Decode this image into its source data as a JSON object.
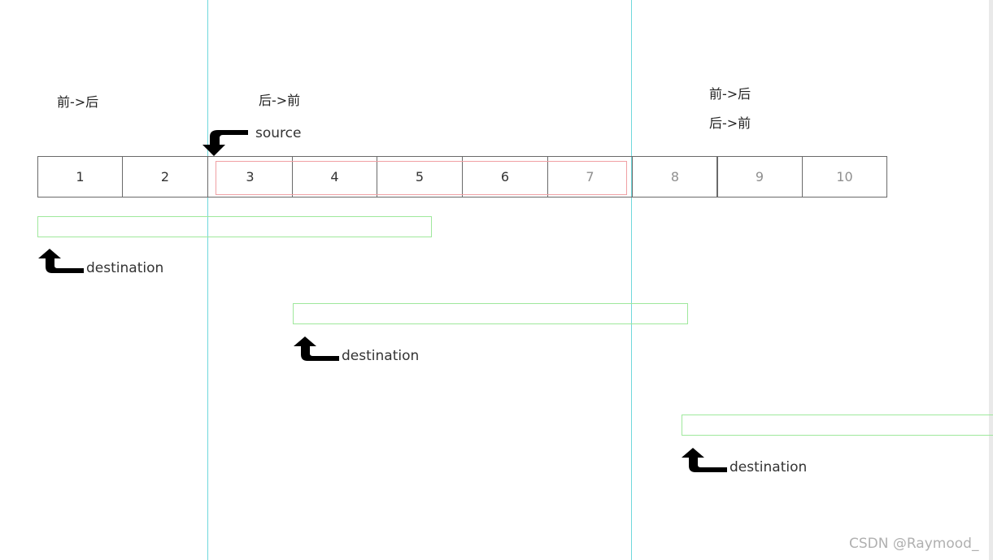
{
  "labels": {
    "dir1": "前->后",
    "dir2": "后->前",
    "dir3a": "前->后",
    "dir3b": "后->前",
    "source": "source",
    "destination": "destination"
  },
  "cells": [
    "1",
    "2",
    "3",
    "4",
    "5",
    "6",
    "7",
    "8",
    "9",
    "10"
  ],
  "watermark": "CSDN @Raymood_",
  "colors": {
    "guide": "#6fd8dc",
    "source_box": "#f0a0a4",
    "destination_box": "#9fe89c",
    "cell_border": "#6a6a6a"
  }
}
